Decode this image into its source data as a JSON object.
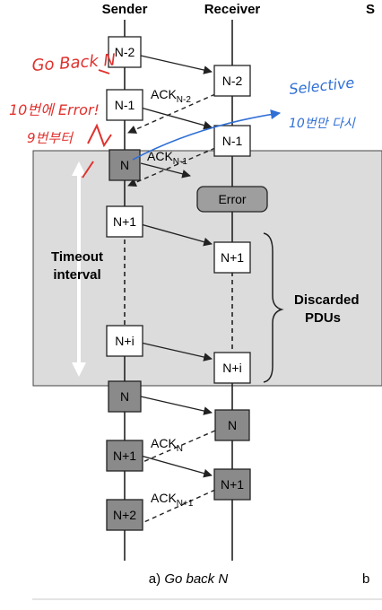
{
  "headers": {
    "sender": "Sender",
    "receiver": "Receiver",
    "cut_right": "S"
  },
  "sender_boxes": [
    {
      "label": "N-2",
      "retransmit": false
    },
    {
      "label": "N-1",
      "retransmit": false
    },
    {
      "label": "N",
      "retransmit": true
    },
    {
      "label": "N+1",
      "retransmit": false
    },
    {
      "label": "N+i",
      "retransmit": false
    },
    {
      "label": "N",
      "retransmit": true
    },
    {
      "label": "N+1",
      "retransmit": true
    },
    {
      "label": "N+2",
      "retransmit": true
    }
  ],
  "receiver_boxes": [
    {
      "label": "N-2",
      "retransmit": false
    },
    {
      "label": "N-1",
      "retransmit": false
    },
    {
      "label": "N+1",
      "retransmit": false
    },
    {
      "label": "N+i",
      "retransmit": false
    },
    {
      "label": "N",
      "retransmit": true
    },
    {
      "label": "N+1",
      "retransmit": true
    }
  ],
  "error_label": "Error",
  "acks": [
    {
      "base": "ACK",
      "sub": "N-2"
    },
    {
      "base": "ACK",
      "sub": "N-1"
    },
    {
      "base": "ACK",
      "sub": "N"
    },
    {
      "base": "ACK",
      "sub": "N+1"
    }
  ],
  "timeout": {
    "line1": "Timeout",
    "line2": "interval"
  },
  "discarded": {
    "line1": "Discarded",
    "line2": "PDUs"
  },
  "caption": {
    "prefix": "a) ",
    "title": "Go back N"
  },
  "right_caption": "b",
  "annotations": {
    "go_back": "Go Back N",
    "korean_1": "10번에 Error!",
    "korean_2": "9번부터",
    "selective": "Selective",
    "selective_note": "10번만 다시"
  },
  "colors": {
    "shade": "#dcdcdc",
    "box_dark": "#8a8a8a",
    "error_fill": "#9e9e9e",
    "red_ink": "#e0322e",
    "blue_ink": "#2f6fd6"
  }
}
